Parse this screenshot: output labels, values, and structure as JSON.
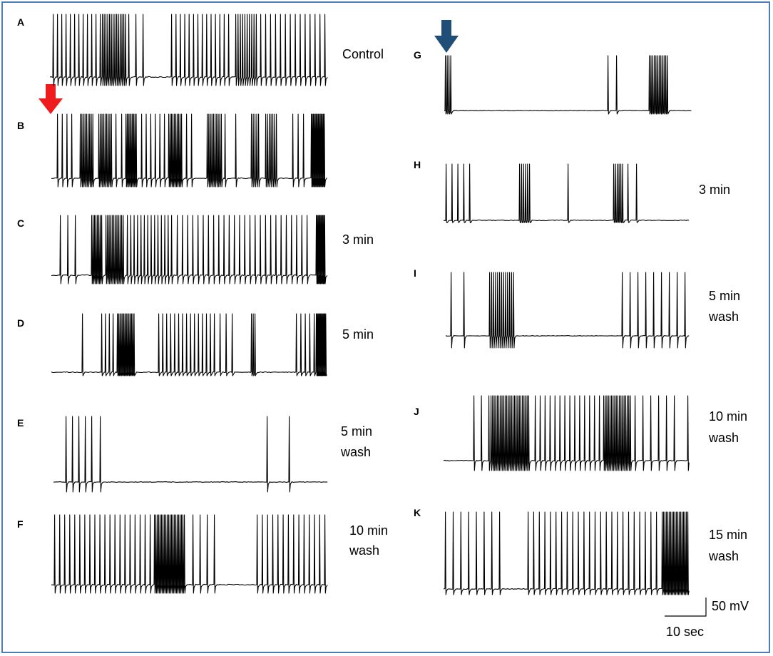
{
  "panels": [
    {
      "id": "A",
      "label": "Control",
      "label2": "",
      "arrow": ""
    },
    {
      "id": "B",
      "label": "",
      "label2": "",
      "arrow": "red"
    },
    {
      "id": "C",
      "label": "3 min",
      "label2": "",
      "arrow": ""
    },
    {
      "id": "D",
      "label": "5 min",
      "label2": "",
      "arrow": ""
    },
    {
      "id": "E",
      "label": "5 min",
      "label2": "wash",
      "arrow": ""
    },
    {
      "id": "F",
      "label": "10 min",
      "label2": "wash",
      "arrow": ""
    },
    {
      "id": "G",
      "label": "",
      "label2": "",
      "arrow": "blue"
    },
    {
      "id": "H",
      "label": "3 min",
      "label2": "",
      "arrow": ""
    },
    {
      "id": "I",
      "label": "5 min",
      "label2": "wash",
      "arrow": ""
    },
    {
      "id": "J",
      "label": "10 min",
      "label2": "wash",
      "arrow": ""
    },
    {
      "id": "K",
      "label": "15 min",
      "label2": "wash",
      "arrow": ""
    }
  ],
  "scale_bar": {
    "voltage": "50 mV",
    "time": "10 sec"
  },
  "colors": {
    "red_arrow": "#ee1c1c",
    "blue_arrow": "#1f4e79",
    "frame": "#4a7ebb"
  }
}
